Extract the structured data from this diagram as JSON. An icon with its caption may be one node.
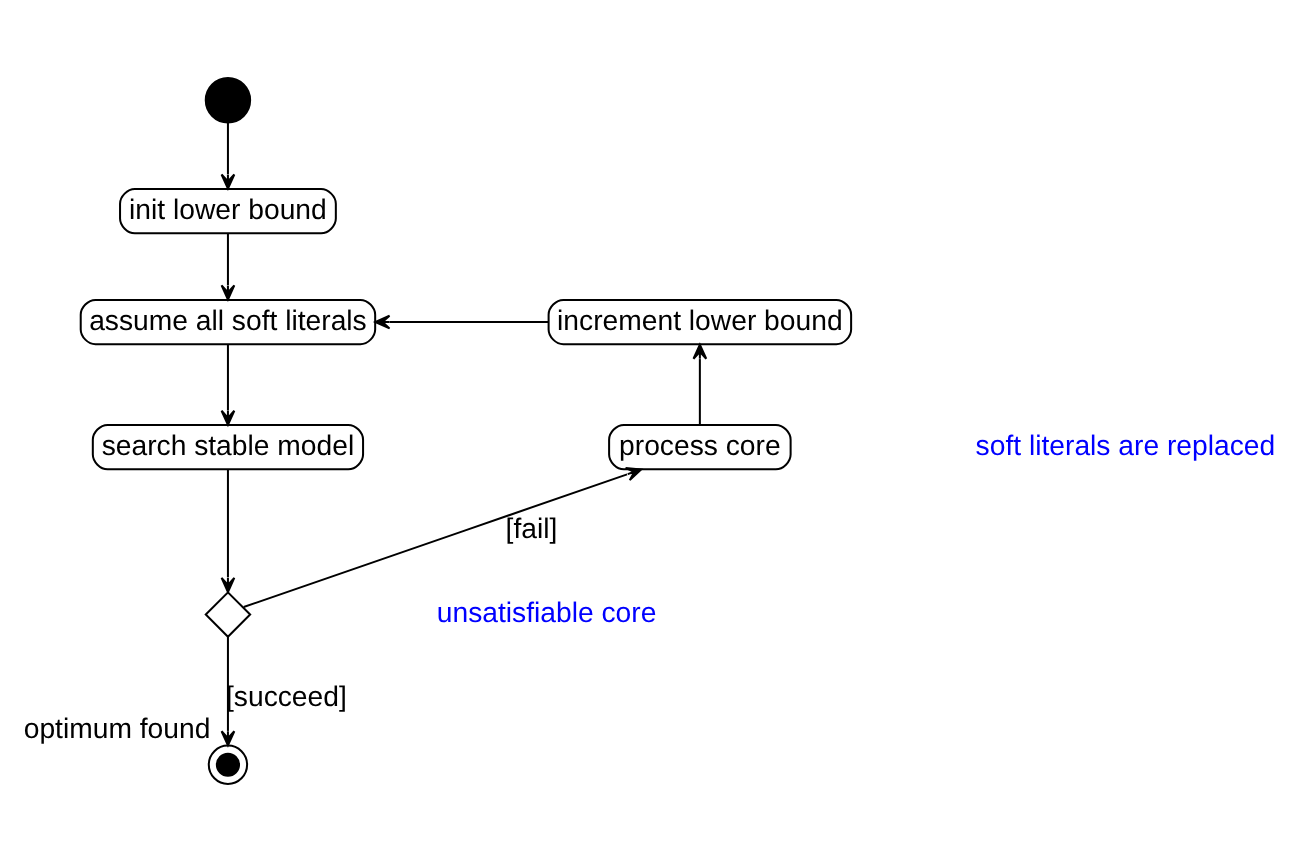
{
  "diagram": {
    "nodes": [
      {
        "text": [],
        "shape": "circle"
      },
      {
        "text": [
          "init lower bound"
        ]
      },
      {
        "text": [
          "assume all soft literals"
        ]
      },
      {
        "text": [
          "search stable model"
        ]
      },
      {
        "text": [],
        "shape": "diamond"
      },
      {
        "text": [],
        "shape": "circle",
        "beside": [
          "optimum found"
        ]
      },
      {
        "text": [
          "process core"
        ]
      },
      {
        "text": [
          "increment lower bound"
        ]
      }
    ],
    "edges": [
      {
        "from": 0,
        "to": 1,
        "arrow": "to"
      },
      {
        "from": 1,
        "to": 2,
        "arrow": "to"
      },
      {
        "from": 2,
        "to": 3,
        "arrow": "to"
      },
      {
        "from": 3,
        "to": 4,
        "arrow": "to"
      },
      {
        "from": 4,
        "to": 5,
        "arrow": "to",
        "label": "[succeed]"
      },
      {
        "from": 4,
        "to": 6,
        "arrow": "to",
        "label": "[fail]"
      },
      {
        "from": 6,
        "to": 7,
        "arrow": "to"
      },
      {
        "from": 7,
        "to": 2,
        "arrow": "to"
      }
    ],
    "labels": [
      "soft literals are replaced",
      "unsatisfiable core"
    ]
  }
}
